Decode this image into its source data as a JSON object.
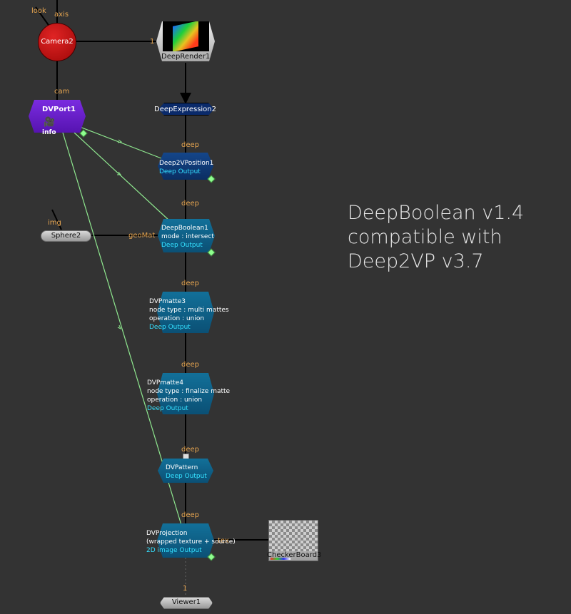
{
  "colors": {
    "background": "#333333",
    "deep_node": "#0e5e86",
    "deep2vp_node": "#103c7a",
    "expression_node": "#0a2a6a",
    "dvport_node": "#6a1fc8",
    "camera_node": "#c01010",
    "edge": "#000000",
    "link_edge": "#8fe88f",
    "label": "#e8a650",
    "sub_text": "#34e0ff"
  },
  "labels": {
    "look": "look",
    "axis": "axis",
    "cam": "cam",
    "img": "img",
    "geoMat": "geoMat",
    "input_1_render": "1",
    "deep_1": "deep",
    "deep_2": "deep",
    "deep_3": "deep",
    "deep_4": "deep",
    "deep_5": "deep",
    "deep_6": "deep",
    "input_1_viewer": "1",
    "tex": "tex"
  },
  "nodes": {
    "camera": {
      "title": "Camera2"
    },
    "deep_render": {
      "title": "DeepRender1"
    },
    "deep_expression": {
      "title": "DeepExpression2"
    },
    "dvport": {
      "title": "DVPort1",
      "sub": "info"
    },
    "deep2vp_position": {
      "title": "Deep2VPosition1",
      "sub": "Deep Output"
    },
    "sphere": {
      "title": "Sphere2"
    },
    "deep_boolean": {
      "title": "DeepBoolean1",
      "line1": "mode : intersect",
      "sub": "Deep Output"
    },
    "dvpmatte3": {
      "title": "DVPmatte3",
      "line1": "node type : multi mattes",
      "line2": "operation : union",
      "sub": "Deep Output"
    },
    "dvpmatte4": {
      "title": "DVPmatte4",
      "line1": "node type : finalize matte",
      "line2": "operation : union",
      "sub": "Deep Output"
    },
    "dvpattern": {
      "title": "DVPattern",
      "sub": "Deep Output"
    },
    "dvprojection": {
      "title": "DVProjection",
      "line1": "(wrapped texture + source)",
      "sub": "2D image Output"
    },
    "checkerboard": {
      "title": "CheckerBoard3"
    },
    "viewer": {
      "title": "Viewer1"
    }
  },
  "note": {
    "line1": "DeepBoolean v1.4",
    "line2": "compatible with",
    "line3": "Deep2VP v3.7"
  }
}
